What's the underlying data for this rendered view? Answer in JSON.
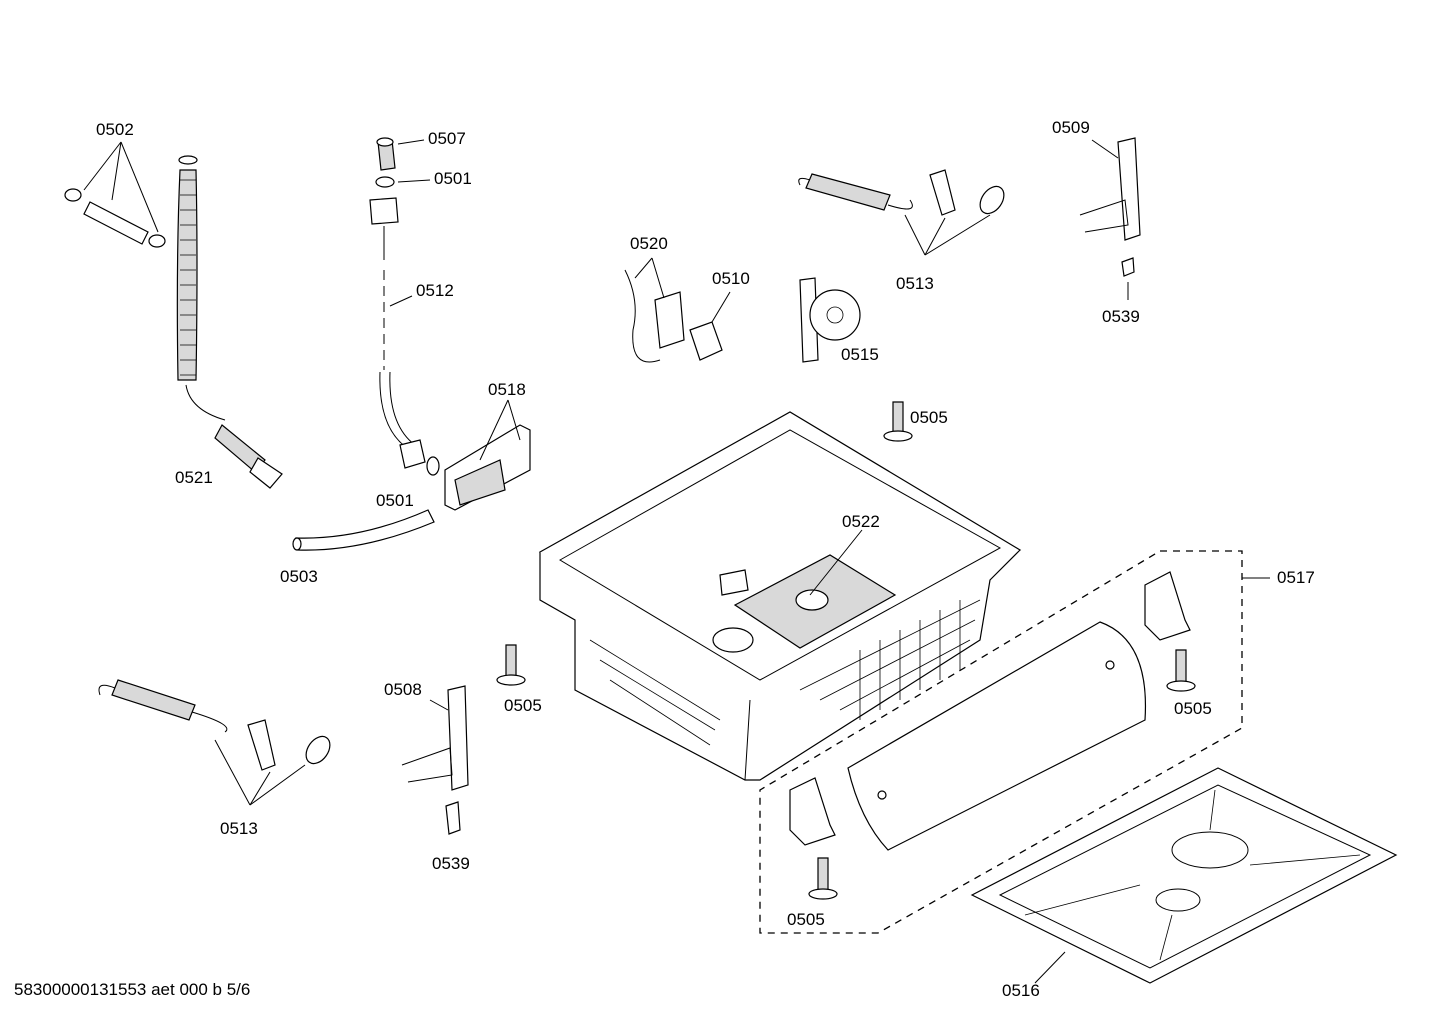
{
  "labels": {
    "l0502": "0502",
    "l0507": "0507",
    "l0501a": "0501",
    "l0512": "0512",
    "l0520": "0520",
    "l0510": "0510",
    "l0513a": "0513",
    "l0509": "0509",
    "l0539a": "0539",
    "l0515": "0515",
    "l0518": "0518",
    "l0505a": "0505",
    "l0521": "0521",
    "l0501b": "0501",
    "l0522": "0522",
    "l0503": "0503",
    "l0517": "0517",
    "l0508": "0508",
    "l0505b": "0505",
    "l0505c": "0505",
    "l0513b": "0513",
    "l0539b": "0539",
    "l0505d": "0505",
    "l0516": "0516"
  },
  "footer": "58300000131553 aet 000 b 5/6"
}
